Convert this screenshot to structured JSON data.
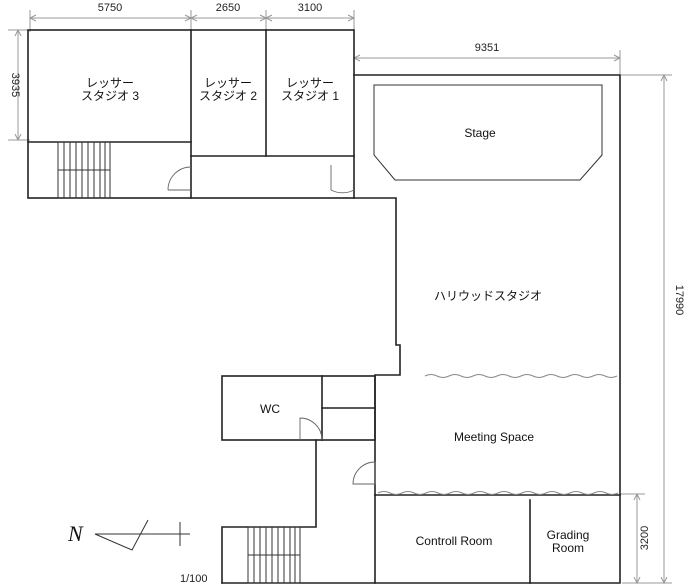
{
  "dimensions": {
    "top_left": "5750",
    "top_mid": "2650",
    "top_right": "3100",
    "hall_width": "9351",
    "left_height": "3935",
    "right_height": "17990",
    "lower_right_height": "3200"
  },
  "rooms": {
    "studio3_line1": "レッサー",
    "studio3_line2": "スタジオ 3",
    "studio2_line1": "レッサー",
    "studio2_line2": "スタジオ 2",
    "studio1_line1": "レッサー",
    "studio1_line2": "スタジオ 1",
    "stage": "Stage",
    "hollywood_studio": "ハリウッドスタジオ",
    "wc": "WC",
    "meeting_space": "Meeting Space",
    "control_room": "Controll Room",
    "grading_line1": "Grading",
    "grading_line2": "Room"
  },
  "north_label": "N",
  "scale": "1/100",
  "colors": {
    "wall": "#222222",
    "dimension_line": "#9a9a9a"
  }
}
